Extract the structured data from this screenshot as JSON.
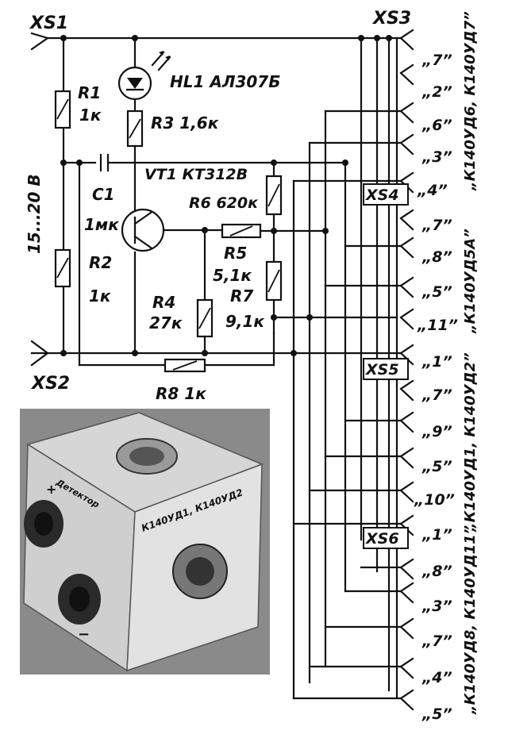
{
  "connectors": {
    "xs1": "XS1",
    "xs2": "XS2",
    "xs3": "XS3",
    "xs4": "XS4",
    "xs5": "XS5",
    "xs6": "XS6"
  },
  "components": {
    "r1_name": "R1",
    "r1_value": "1к",
    "r2_name": "R2",
    "r2_value": "1к",
    "r3": "R3 1,6к",
    "r4_name": "R4",
    "r4_value": "27к",
    "r5_name": "R5",
    "r5_value": "5,1к",
    "r6": "R6 620к",
    "r7_name": "R7",
    "r7_value": "9,1к",
    "r8": "R8 1к",
    "c1_name": "C1",
    "c1_value": "1мк",
    "hl1": "HL1 АЛ307Б",
    "vt1": "VT1 КТ312В"
  },
  "supply_voltage": "15...20 В",
  "pins": {
    "xs3": [
      "„7”",
      "„2”",
      "„6”",
      "„3”",
      "„4”"
    ],
    "xs4": [
      "„7”",
      "„8”",
      "„5”",
      "„11”",
      "„1”"
    ],
    "xs5": [
      "„7”",
      "„9”",
      "„5”",
      "„10”",
      "„1”"
    ],
    "xs6": [
      "„8”",
      "„3”",
      "„7”",
      "„4”",
      "„5”"
    ]
  },
  "chip_groups": {
    "g1": "„К140УД6, К140УД7”",
    "g2": "„К140УД5А”",
    "g3": "„К140УД1, К140УД2”",
    "g4": "„К140УД8, К140УД11”"
  },
  "photo": {
    "top_label": "Детектор",
    "side_label": "К140УД1, К140УД2",
    "plus": "+",
    "minus": "−"
  }
}
